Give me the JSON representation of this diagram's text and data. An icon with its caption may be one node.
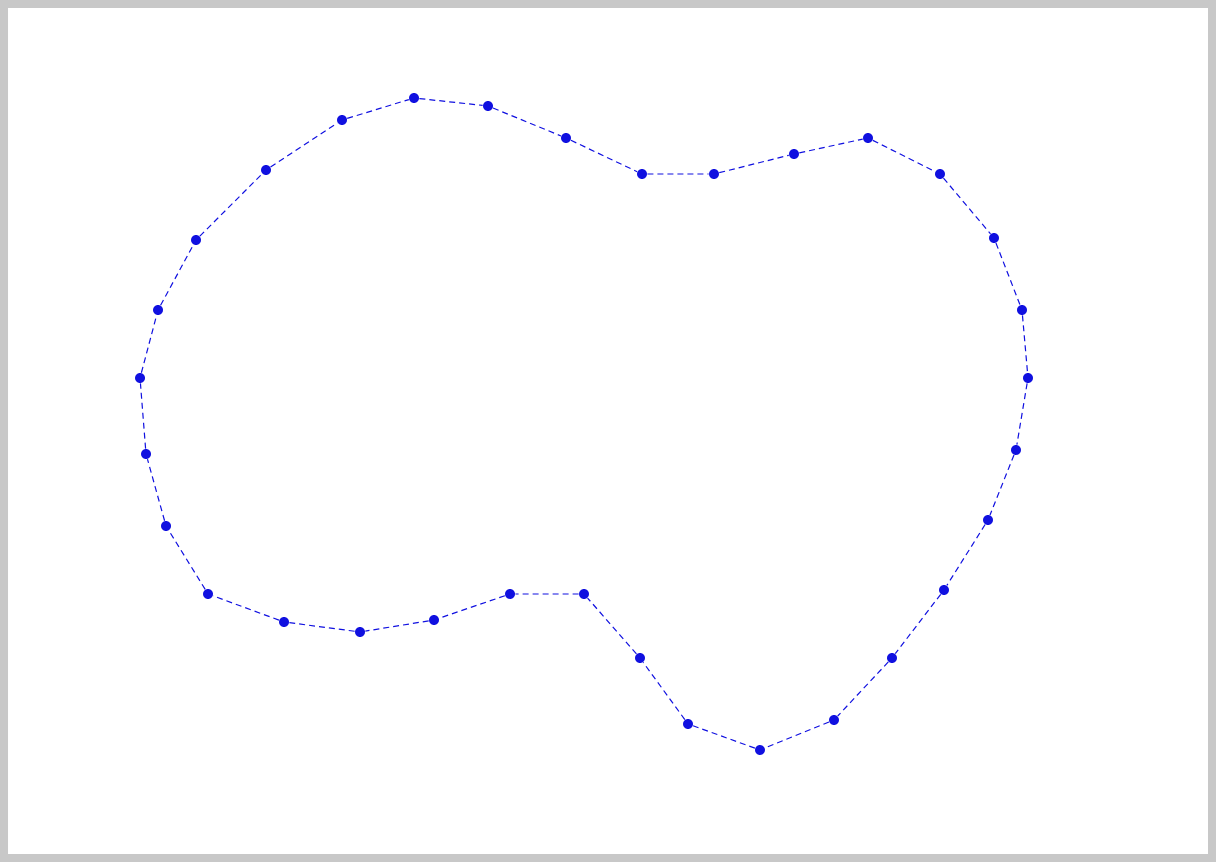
{
  "diagram": {
    "nodes": [
      {
        "text": [],
        "shape": "circle"
      },
      {
        "text": [],
        "shape": "circle"
      },
      {
        "text": [],
        "shape": "circle"
      },
      {
        "text": [],
        "shape": "circle"
      },
      {
        "text": [],
        "shape": "circle"
      },
      {
        "text": [],
        "shape": "circle"
      },
      {
        "text": [],
        "shape": "circle"
      },
      {
        "text": [],
        "shape": "circle"
      },
      {
        "text": [],
        "shape": "circle"
      },
      {
        "text": [],
        "shape": "circle"
      },
      {
        "text": [],
        "shape": "circle"
      },
      {
        "text": [],
        "shape": "circle"
      },
      {
        "text": [],
        "shape": "circle"
      },
      {
        "text": [],
        "shape": "circle"
      },
      {
        "text": [],
        "shape": "circle"
      },
      {
        "text": [],
        "shape": "circle"
      },
      {
        "text": [],
        "shape": "circle"
      },
      {
        "text": [],
        "shape": "circle"
      },
      {
        "text": [],
        "shape": "circle"
      },
      {
        "text": [],
        "shape": "circle"
      },
      {
        "text": [],
        "shape": "circle"
      },
      {
        "text": [],
        "shape": "circle"
      },
      {
        "text": [],
        "shape": "circle"
      },
      {
        "text": [],
        "shape": "circle"
      },
      {
        "text": [],
        "shape": "circle"
      },
      {
        "text": [],
        "shape": "circle"
      },
      {
        "text": [],
        "shape": "circle"
      },
      {
        "text": [],
        "shape": "circle"
      },
      {
        "text": [],
        "shape": "circle"
      },
      {
        "text": [],
        "shape": "circle"
      },
      {
        "text": [],
        "shape": "circle"
      },
      {
        "text": [],
        "shape": "circle"
      }
    ],
    "edges": [
      {
        "from": 0,
        "to": 1,
        "arrow": "none",
        "style": "dashed"
      },
      {
        "from": 1,
        "to": 2,
        "arrow": "none",
        "style": "dashed"
      },
      {
        "from": 2,
        "to": 3,
        "arrow": "none",
        "style": "dashed"
      },
      {
        "from": 3,
        "to": 4,
        "arrow": "none",
        "style": "dashed"
      },
      {
        "from": 4,
        "to": 5,
        "arrow": "none",
        "style": "dashed"
      },
      {
        "from": 5,
        "to": 6,
        "arrow": "none",
        "style": "dashed"
      },
      {
        "from": 6,
        "to": 7,
        "arrow": "none",
        "style": "dashed"
      },
      {
        "from": 7,
        "to": 8,
        "arrow": "none",
        "style": "dashed"
      },
      {
        "from": 8,
        "to": 9,
        "arrow": "none",
        "style": "dashed"
      },
      {
        "from": 9,
        "to": 10,
        "arrow": "none",
        "style": "dashed"
      },
      {
        "from": 10,
        "to": 11,
        "arrow": "none",
        "style": "dashed"
      },
      {
        "from": 11,
        "to": 12,
        "arrow": "none",
        "style": "dashed"
      },
      {
        "from": 12,
        "to": 13,
        "arrow": "none",
        "style": "dashed"
      },
      {
        "from": 13,
        "to": 14,
        "arrow": "none",
        "style": "dashed"
      },
      {
        "from": 14,
        "to": 15,
        "arrow": "none",
        "style": "dashed"
      },
      {
        "from": 15,
        "to": 16,
        "arrow": "none",
        "style": "dashed"
      },
      {
        "from": 16,
        "to": 17,
        "arrow": "none",
        "style": "dashed"
      },
      {
        "from": 17,
        "to": 18,
        "arrow": "none",
        "style": "dashed"
      },
      {
        "from": 18,
        "to": 19,
        "arrow": "none",
        "style": "dashed"
      },
      {
        "from": 19,
        "to": 20,
        "arrow": "none",
        "style": "dashed"
      },
      {
        "from": 20,
        "to": 21,
        "arrow": "none",
        "style": "dashed"
      },
      {
        "from": 21,
        "to": 22,
        "arrow": "none",
        "style": "dashed"
      },
      {
        "from": 22,
        "to": 23,
        "arrow": "none",
        "style": "dashed"
      },
      {
        "from": 23,
        "to": 24,
        "arrow": "none",
        "style": "dashed"
      },
      {
        "from": 24,
        "to": 25,
        "arrow": "none",
        "style": "dashed"
      },
      {
        "from": 25,
        "to": 26,
        "arrow": "none",
        "style": "dashed"
      },
      {
        "from": 26,
        "to": 27,
        "arrow": "none",
        "style": "dashed"
      },
      {
        "from": 27,
        "to": 28,
        "arrow": "none",
        "style": "dashed"
      },
      {
        "from": 28,
        "to": 29,
        "arrow": "none",
        "style": "dashed"
      },
      {
        "from": 29,
        "to": 30,
        "arrow": "none",
        "style": "dashed"
      },
      {
        "from": 30,
        "to": 31,
        "arrow": "none",
        "style": "dashed"
      },
      {
        "from": 31,
        "to": 0,
        "arrow": "none",
        "style": "dashed"
      }
    ]
  }
}
